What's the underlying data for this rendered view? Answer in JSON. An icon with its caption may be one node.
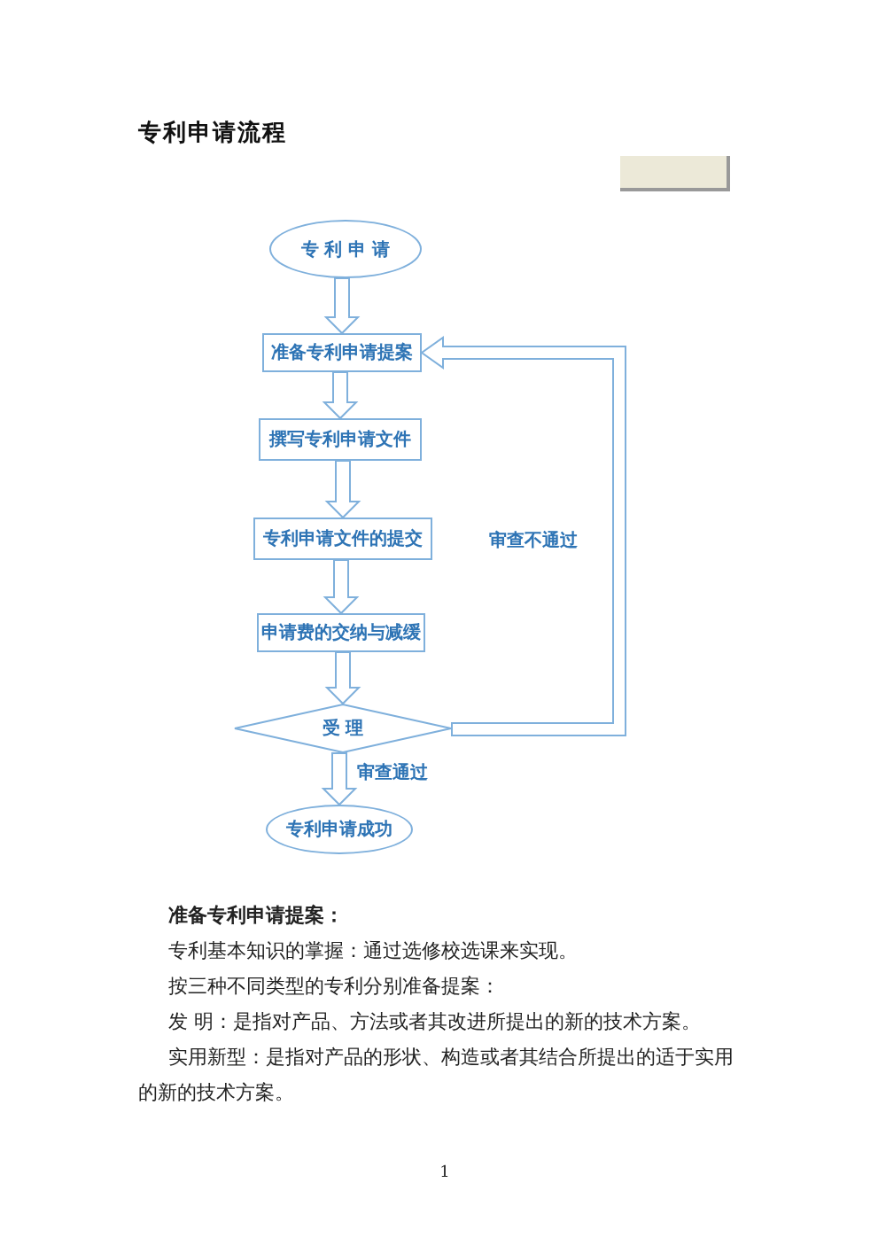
{
  "diagram": {
    "title": "专利申请流程",
    "nodes": [
      {
        "text": [
          "专 利 申 请"
        ]
      },
      {
        "text": [
          "准备专利申请提案"
        ]
      },
      {
        "text": [
          "撰写专利申请文件"
        ]
      },
      {
        "text": [
          "专利申请文件的提交"
        ]
      },
      {
        "text": [
          "申请费的交纳与减缓"
        ]
      },
      {
        "text": [
          "受 理"
        ]
      },
      {
        "text": [
          "专利申请成功"
        ]
      }
    ],
    "edges": [
      {
        "from": 0,
        "to": 1,
        "arrow": "to"
      },
      {
        "from": 1,
        "to": 2,
        "arrow": "to"
      },
      {
        "from": 2,
        "to": 3,
        "arrow": "to"
      },
      {
        "from": 3,
        "to": 4,
        "arrow": "to"
      },
      {
        "from": 4,
        "to": 5,
        "arrow": "to"
      },
      {
        "from": 5,
        "to": 6,
        "arrow": "to",
        "label": "审查通过"
      },
      {
        "from": 5,
        "to": 1,
        "arrow": "to",
        "label": "审查不通过"
      }
    ],
    "labels": [
      "准备专利申请提案：",
      "专利基本知识的掌握：通过选修校选课来实现。",
      "按三种不同类型的专利分别准备提案：",
      "发 明：是指对产品、方法或者其改进所提出的新的技术方案。",
      "实用新型：是指对产品的形状、构造或者其结合所提出的适于实用的新的技术方案。",
      "1"
    ]
  }
}
